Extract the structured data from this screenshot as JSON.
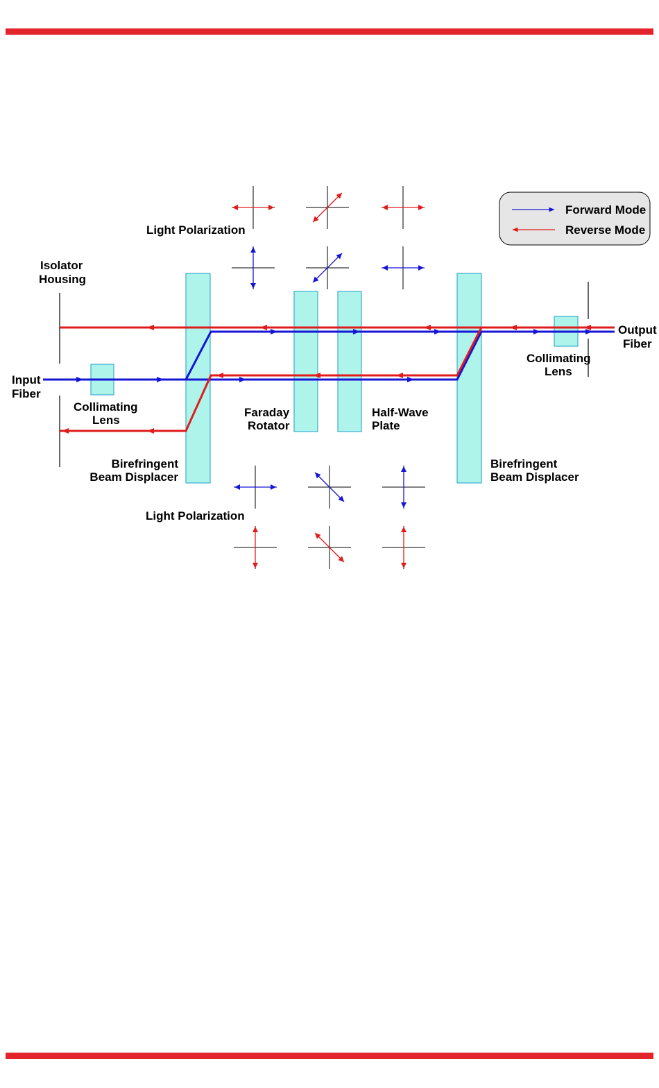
{
  "colors": {
    "rule": "#e3242b",
    "forward": "#1515d6",
    "reverse": "#e01b1b",
    "optic_fill": "#aef4ea",
    "optic_stroke": "#1a9ec8",
    "legend_fill": "#e6e6e6"
  },
  "legend": {
    "forward": "Forward Mode",
    "reverse": "Reverse Mode"
  },
  "labels": {
    "light_polarization_top": "Light Polarization",
    "light_polarization_bottom": "Light Polarization",
    "isolator_housing": [
      "Isolator",
      "Housing"
    ],
    "input_fiber": [
      "Input",
      "Fiber"
    ],
    "output_fiber": [
      "Output",
      "Fiber"
    ],
    "collimating_lens_left": [
      "Collimating",
      "Lens"
    ],
    "collimating_lens_right": [
      "Collimating",
      "Lens"
    ],
    "faraday_rotator": [
      "Faraday",
      "Rotator"
    ],
    "half_wave_plate": [
      "Half-Wave",
      "Plate"
    ],
    "birefringent_left": [
      "Birefringent",
      "Beam Displacer"
    ],
    "birefringent_right": [
      "Birefringent",
      "Beam Displacer"
    ]
  },
  "polarization_states": {
    "top_row_1": {
      "mode": "reverse",
      "orientations": [
        "horizontal",
        "diagonal-up",
        "horizontal"
      ]
    },
    "top_row_2": {
      "mode": "forward",
      "orientations": [
        "vertical",
        "diagonal-up",
        "horizontal"
      ]
    },
    "bottom_row_1": {
      "mode": "forward",
      "orientations": [
        "horizontal",
        "diagonal-down",
        "vertical"
      ]
    },
    "bottom_row_2": {
      "mode": "reverse",
      "orientations": [
        "vertical",
        "diagonal-down",
        "vertical"
      ]
    }
  }
}
